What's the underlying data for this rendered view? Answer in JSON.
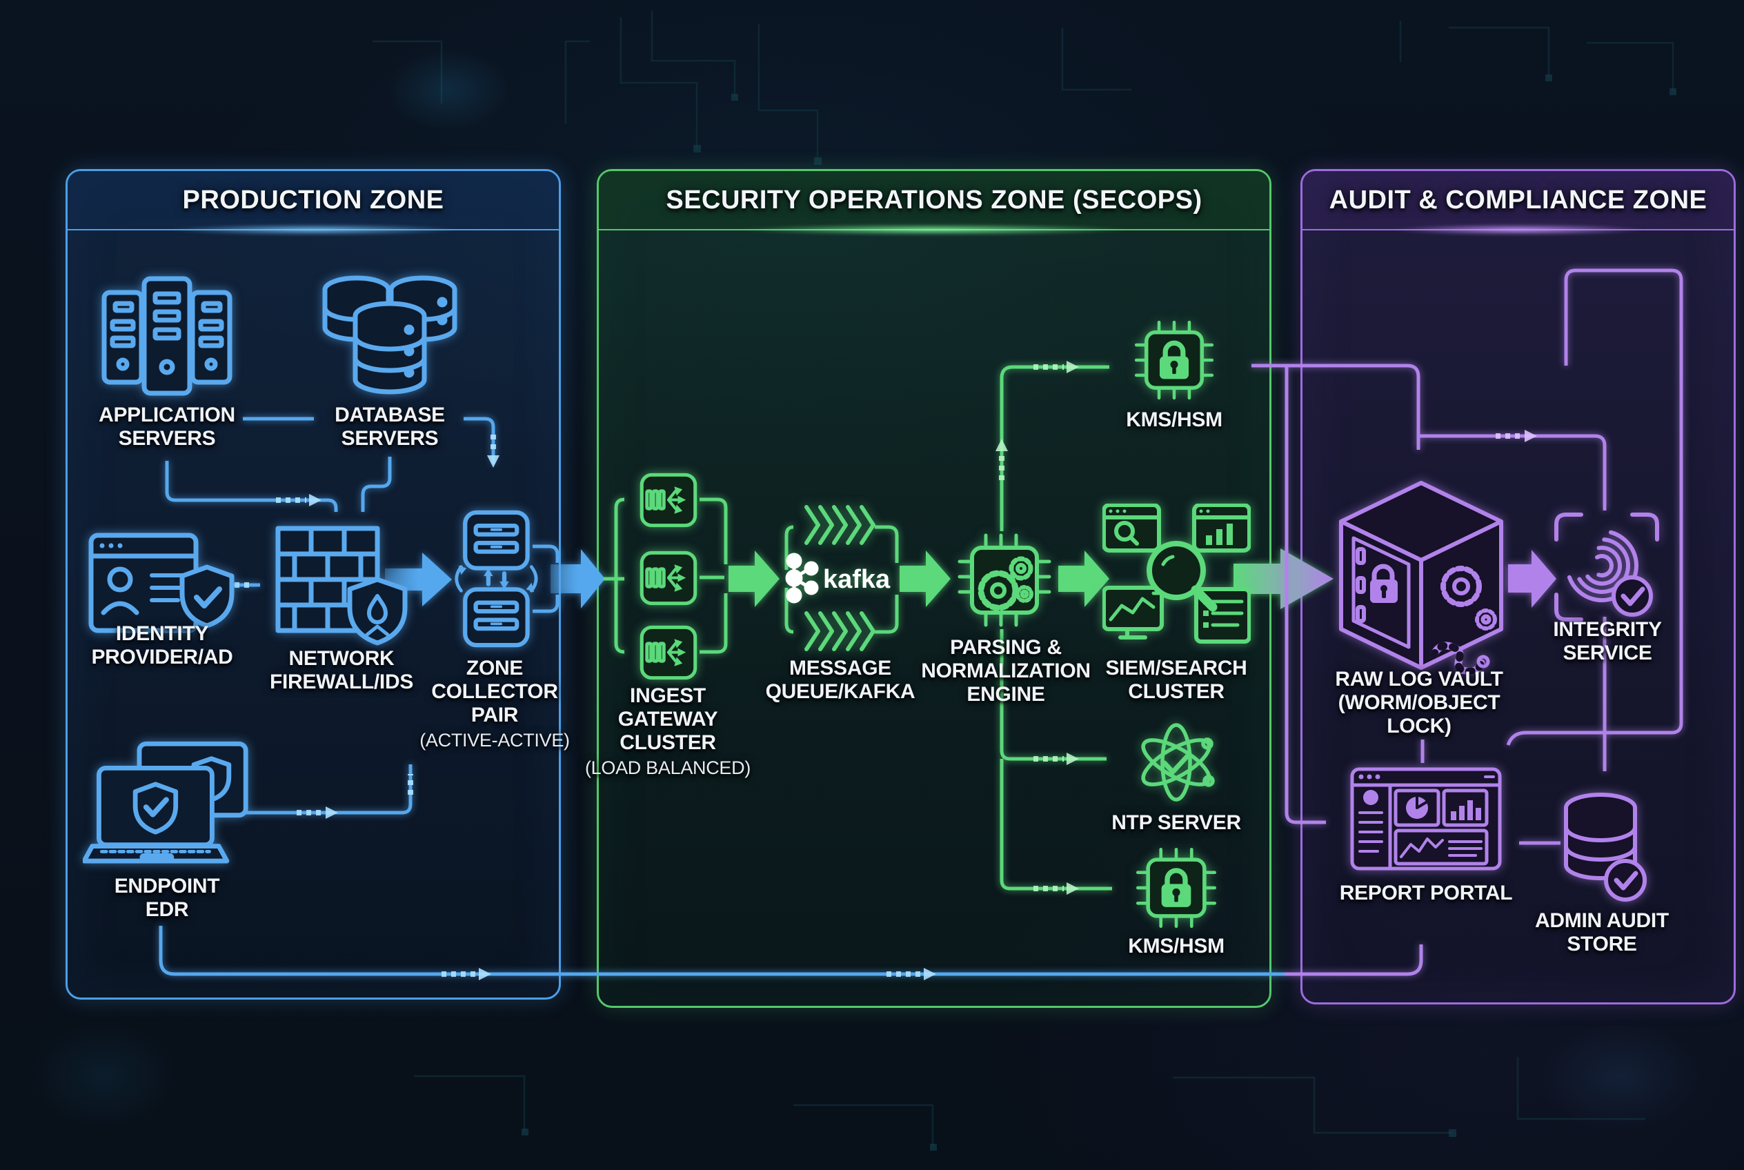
{
  "colors": {
    "blue": "#55a8ee",
    "green": "#5cd97b",
    "purple": "#b183ea",
    "text": "#f0f3f7"
  },
  "zones": {
    "production": {
      "title": "PRODUCTION ZONE",
      "nodes": {
        "app_servers": {
          "lines": [
            "APPLICATION",
            "SERVERS"
          ]
        },
        "db_servers": {
          "lines": [
            "DATABASE",
            "SERVERS"
          ]
        },
        "identity": {
          "lines": [
            "IDENTITY",
            "PROVIDER/AD"
          ]
        },
        "firewall": {
          "lines": [
            "NETWORK",
            "FIREWALL/IDS"
          ]
        },
        "zone_collector": {
          "lines": [
            "ZONE",
            "COLLECTOR",
            "PAIR"
          ],
          "sub": "(ACTIVE-ACTIVE)"
        },
        "endpoint_edr": {
          "lines": [
            "ENDPOINT",
            "EDR"
          ]
        }
      }
    },
    "secops": {
      "title": "SECURITY OPERATIONS ZONE (SECOPS)",
      "nodes": {
        "ingest": {
          "lines": [
            "INGEST",
            "GATEWAY",
            "CLUSTER"
          ],
          "sub": "(LOAD BALANCED)"
        },
        "kafka": {
          "lines": [
            "MESSAGE",
            "QUEUE/KAFKA"
          ],
          "logo_text": "kafka"
        },
        "parsing": {
          "lines": [
            "PARSING &",
            "NORMALIZATION",
            "ENGINE"
          ]
        },
        "siem": {
          "lines": [
            "SIEM/SEARCH",
            "CLUSTER"
          ]
        },
        "kms_top": {
          "lines": [
            "KMS/HSM"
          ]
        },
        "ntp": {
          "lines": [
            "NTP SERVER"
          ]
        },
        "kms_bottom": {
          "lines": [
            "KMS/HSM"
          ]
        }
      }
    },
    "audit": {
      "title": "AUDIT & COMPLIANCE ZONE",
      "nodes": {
        "vault": {
          "lines": [
            "RAW LOG VAULT",
            "(WORM/OBJECT LOCK)"
          ]
        },
        "integrity": {
          "lines": [
            "INTEGRITY",
            "SERVICE"
          ]
        },
        "portal": {
          "lines": [
            "REPORT PORTAL"
          ]
        },
        "store": {
          "lines": [
            "ADMIN AUDIT",
            "STORE"
          ]
        }
      }
    }
  },
  "connections": [
    {
      "from": "Application Servers",
      "to": "Database Servers"
    },
    {
      "from": "Application Servers",
      "to": "Network Firewall/IDS"
    },
    {
      "from": "Database Servers",
      "to": "Network Firewall/IDS"
    },
    {
      "from": "Database Servers",
      "to": "Zone Collector Pair"
    },
    {
      "from": "Identity Provider/AD",
      "to": "Network Firewall/IDS"
    },
    {
      "from": "Endpoint EDR",
      "to": "Network Firewall/IDS"
    },
    {
      "from": "Network Firewall/IDS",
      "to": "Zone Collector Pair"
    },
    {
      "from": "Zone Collector Pair",
      "to": "Ingest Gateway Cluster"
    },
    {
      "from": "Ingest Gateway Cluster",
      "to": "Message Queue/Kafka"
    },
    {
      "from": "Message Queue/Kafka",
      "to": "Parsing & Normalization Engine"
    },
    {
      "from": "Parsing & Normalization Engine",
      "to": "KMS/HSM"
    },
    {
      "from": "Parsing & Normalization Engine",
      "to": "NTP Server"
    },
    {
      "from": "Parsing & Normalization Engine",
      "to": "KMS/HSM (bottom)"
    },
    {
      "from": "Parsing & Normalization Engine",
      "to": "SIEM/Search Cluster"
    },
    {
      "from": "SIEM/Search Cluster",
      "to": "Raw Log Vault (WORM/Object Lock)"
    },
    {
      "from": "Raw Log Vault (WORM/Object Lock)",
      "to": "Integrity Service"
    },
    {
      "from": "Audit zone backbone",
      "to": "KMS/HSM"
    },
    {
      "from": "Audit zone backbone",
      "to": "Raw Log Vault (WORM/Object Lock)"
    },
    {
      "from": "Audit zone backbone",
      "to": "Report Portal"
    },
    {
      "from": "Integrity Service",
      "to": "Admin Audit Store"
    },
    {
      "from": "Integrity Service",
      "to": "Report Portal"
    },
    {
      "from": "Admin Audit Store",
      "to": "Report Portal"
    },
    {
      "from": "Report Portal",
      "to": "Raw Log Vault (WORM/Object Lock)"
    },
    {
      "from": "Endpoint EDR",
      "to": "Report Portal"
    }
  ]
}
